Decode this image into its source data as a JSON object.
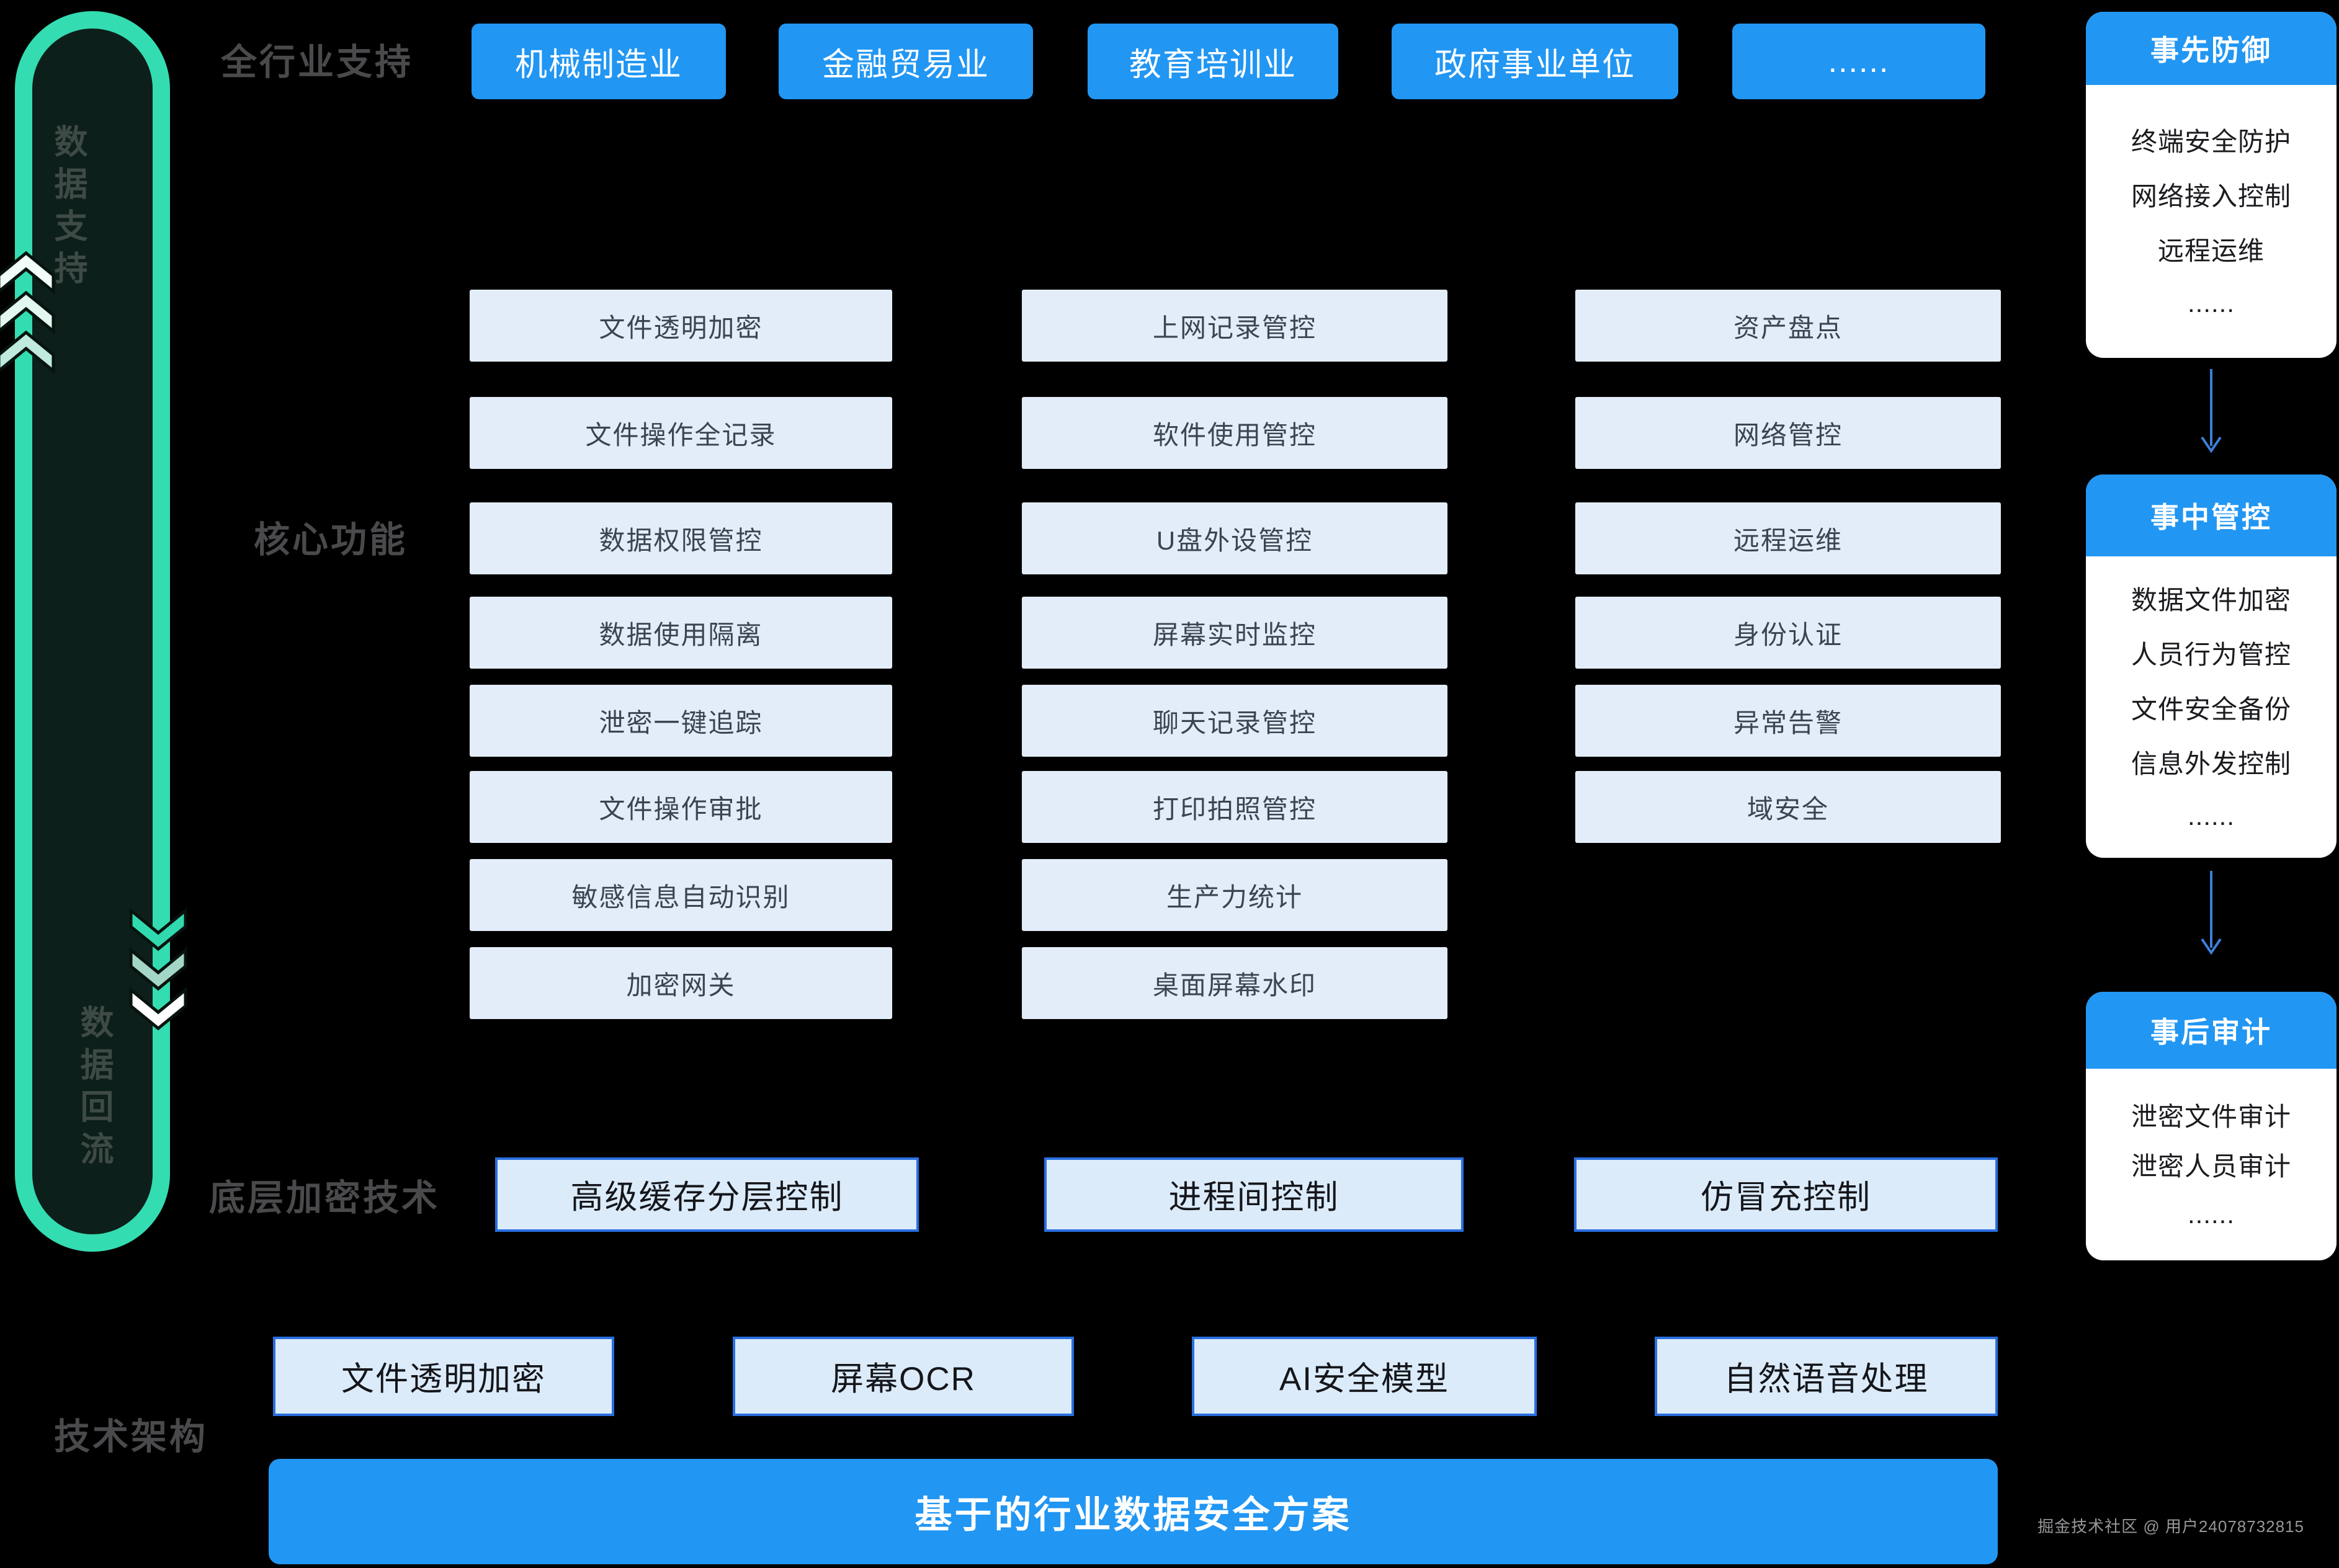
{
  "top": {
    "label": "全行业支持",
    "industries": [
      "机械制造业",
      "金融贸易业",
      "教育培训业",
      "政府事业单位",
      "......"
    ]
  },
  "left_pipeline": {
    "top_label": "数据支持",
    "bottom_label": "数据回流"
  },
  "core": {
    "label": "核心功能",
    "col1": [
      "文件透明加密",
      "文件操作全记录",
      "数据权限管控",
      "数据使用隔离",
      "泄密一键追踪",
      "文件操作审批",
      "敏感信息自动识别",
      "加密网关"
    ],
    "col2": [
      "上网记录管控",
      "软件使用管控",
      "U盘外设管控",
      "屏幕实时监控",
      "聊天记录管控",
      "打印拍照管控",
      "生产力统计",
      "桌面屏幕水印"
    ],
    "col3": [
      "资产盘点",
      "网络管控",
      "远程运维",
      "身份认证",
      "异常告警",
      "域安全"
    ]
  },
  "right_flow": {
    "panels": [
      {
        "title": "事先防御",
        "items": [
          "终端安全防护",
          "网络接入控制",
          "远程运维",
          "......"
        ]
      },
      {
        "title": "事中管控",
        "items": [
          "数据文件加密",
          "人员行为管控",
          "文件安全备份",
          "信息外发控制",
          "......"
        ]
      },
      {
        "title": "事后审计",
        "items": [
          "泄密文件审计",
          "泄密人员审计",
          "......"
        ]
      }
    ]
  },
  "encryption_layer": {
    "label": "底层加密技术",
    "boxes": [
      "高级缓存分层控制",
      "进程间控制",
      "仿冒充控制"
    ]
  },
  "architecture": {
    "label": "技术架构",
    "boxes": [
      "文件透明加密",
      "屏幕OCR",
      "AI安全模型",
      "自然语音处理"
    ],
    "banner": "基于的行业数据安全方案"
  },
  "watermark": "掘金技术社区 @ 用户24078732815",
  "colors": {
    "background": "#000000",
    "accent_blue": "#2196f3",
    "teal": "#34dcb1",
    "capsule_fill": "#0d1f1a",
    "light_box_fill": "#e3edf9",
    "bordered_box_fill": "#dcebf9",
    "bordered_box_border": "#2a6fe0",
    "section_label_gray": "#4a4a4d",
    "flow_arrow_blue": "#3d7fd9"
  }
}
